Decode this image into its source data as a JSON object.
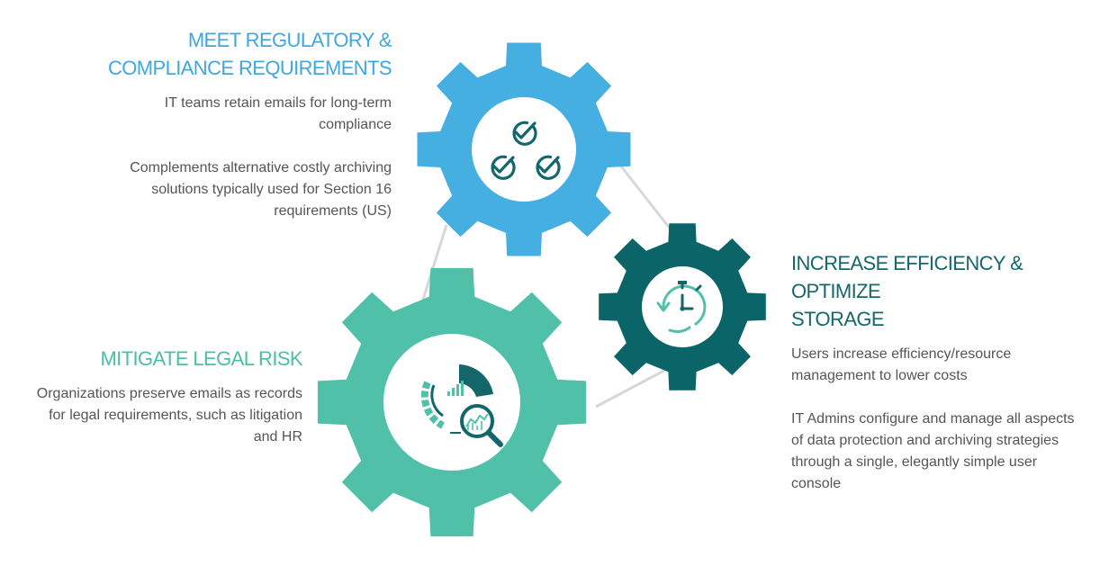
{
  "colors": {
    "blue_gear": "#45afe1",
    "teal_gear": "#50c0a8",
    "dark_gear": "#0b6467",
    "connector": "#d7d7d7",
    "icon_stroke": "#13666a",
    "heading_blue": "#3ea8de",
    "heading_teal": "#4bbfa3",
    "heading_dark": "#14676a"
  },
  "sections": {
    "compliance": {
      "title_line1": "MEET REGULATORY &",
      "title_line2": "COMPLIANCE REQUIREMENTS",
      "para1_line1": "IT teams retain emails for long-term",
      "para1_line2": "compliance",
      "para2_line1": "Complements alternative costly archiving",
      "para2_line2": "solutions typically used for Section 16",
      "para2_line3": "requirements (US)",
      "icon": "triple-checkmark-icon"
    },
    "legal": {
      "title": "MITIGATE LEGAL RISK",
      "para1_line1": "Organizations preserve emails as records",
      "para1_line2": "for legal requirements, such as litigation",
      "para1_line3": "and HR",
      "icon": "analytics-magnifier-icon"
    },
    "efficiency": {
      "title_line1": "INCREASE EFFICIENCY & OPTIMIZE",
      "title_line2": "STORAGE",
      "para1_line1": "Users increase efficiency/resource",
      "para1_line2": "management to lower costs",
      "para2_line1": "IT Admins configure and manage all aspects",
      "para2_line2": "of data protection and archiving strategies",
      "para2_line3": "through a single, elegantly simple user",
      "para2_line4": "console",
      "icon": "stopwatch-refresh-icon"
    }
  }
}
